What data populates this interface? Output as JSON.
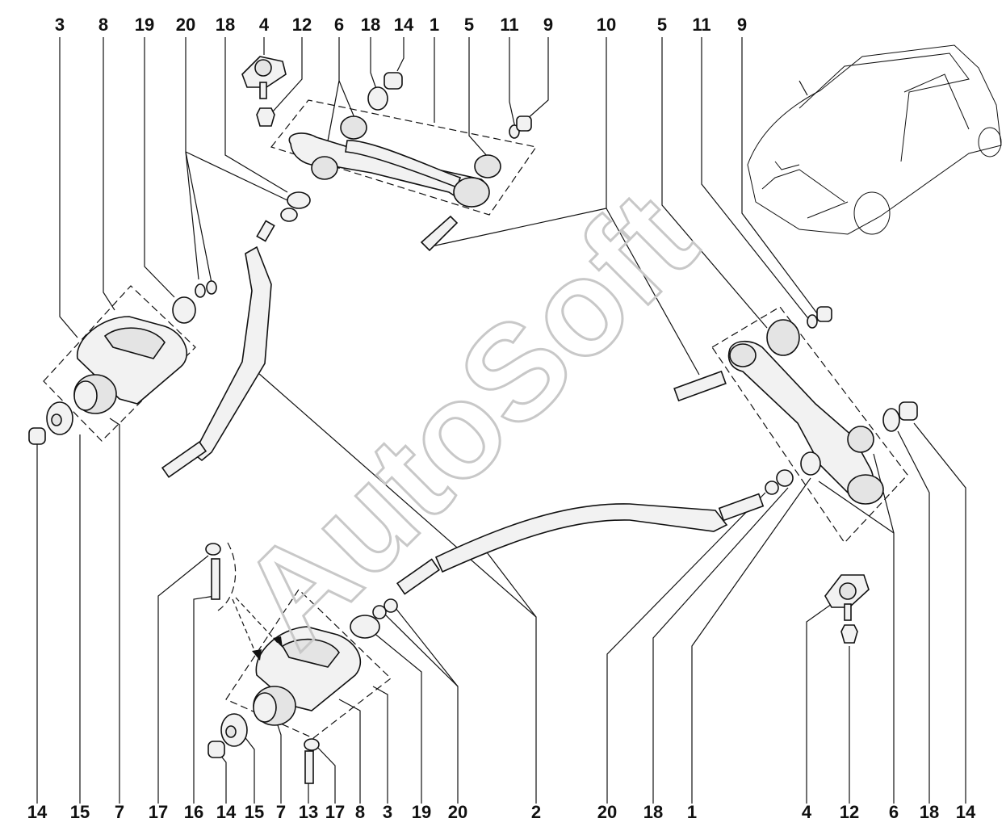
{
  "diagram": {
    "top_callouts": [
      "3",
      "8",
      "19",
      "20",
      "18",
      "4",
      "12",
      "6",
      "18",
      "14",
      "1",
      "5",
      "11",
      "9",
      "10",
      "5",
      "11",
      "9"
    ],
    "bottom_callouts": [
      "14",
      "15",
      "7",
      "17",
      "16",
      "14",
      "15",
      "7",
      "13",
      "17",
      "8",
      "3",
      "19",
      "20",
      "2",
      "20",
      "18",
      "1",
      "4",
      "12",
      "6",
      "18",
      "14"
    ],
    "watermark": "AutoSoft",
    "icons": {
      "car": "car-icon",
      "pin": "arrow-pointer-icon"
    }
  }
}
